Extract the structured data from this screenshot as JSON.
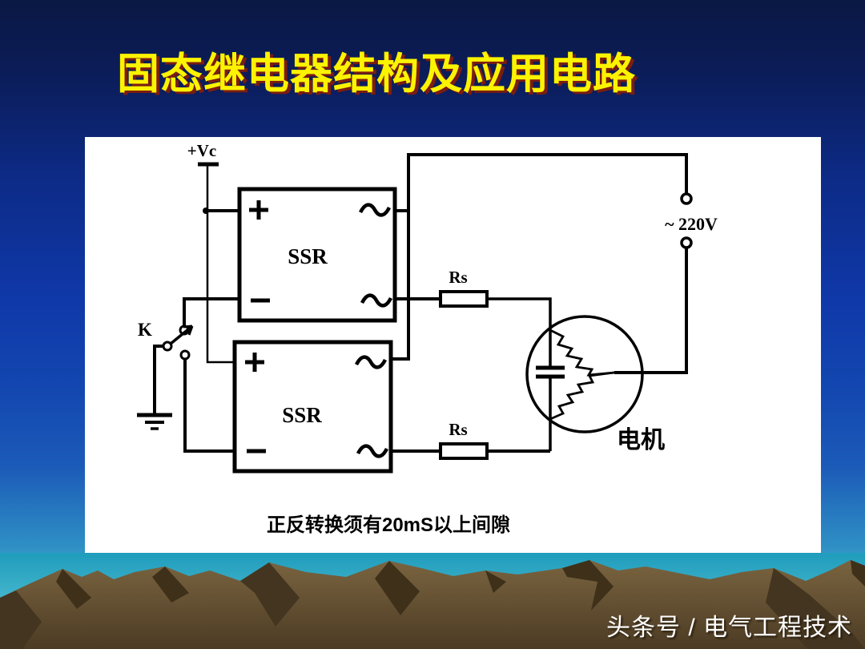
{
  "slide": {
    "title": "固态继电器结构及应用电路",
    "watermark": "头条号 / 电气工程技术"
  },
  "circuit": {
    "supply_label": "+Vc",
    "switch_label": "K",
    "ssr1_label": "SSR",
    "ssr2_label": "SSR",
    "ssr1_plus": "+",
    "ssr1_minus": "−",
    "ssr2_plus": "+",
    "ssr2_minus": "−",
    "rs1_label": "Rs",
    "rs2_label": "Rs",
    "ac_source_label": "~ 220V",
    "motor_label": "电机",
    "caption": "正反转换须有20mS以上间隙"
  },
  "colors": {
    "title_text": "#FBF300",
    "title_shadow": "#7B1D10",
    "background_top": "#0A1843",
    "background_mid": "#0F38A8",
    "background_bottom": "#49BED7",
    "panel": "#FFFFFF",
    "ink": "#000000",
    "sky_teal": "#1F9CBC",
    "mountain": "#6E5938",
    "mountain_shadow": "#3E3019",
    "watermark_text": "#FFFFFF"
  }
}
